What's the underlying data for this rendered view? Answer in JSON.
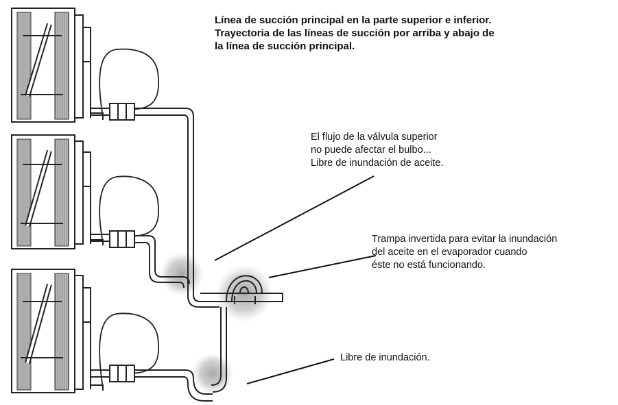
{
  "title": {
    "lines": [
      "Línea de succión principal en la parte superior e inferior.",
      "Trayectoria de las líneas de succión por arriba y abajo de",
      "la línea de succión principal."
    ]
  },
  "annotations": {
    "top_valve": {
      "lines": [
        "El flujo de la válvula superior",
        "no puede afectar el bulbo...",
        "Libre de inundación de aceite."
      ]
    },
    "inverted_trap": {
      "lines": [
        "Trampa invertida para evitar la inundación",
        "del aceite en el evaporador cuando",
        "éste no está funcionando."
      ]
    },
    "bottom": {
      "lines": [
        "Libre de inundación."
      ]
    }
  },
  "colors": {
    "line": "#2a2a2a",
    "coil_fill": "#8a8a8a",
    "bulb_shade": "#9a9a9a",
    "text": "#111111"
  }
}
